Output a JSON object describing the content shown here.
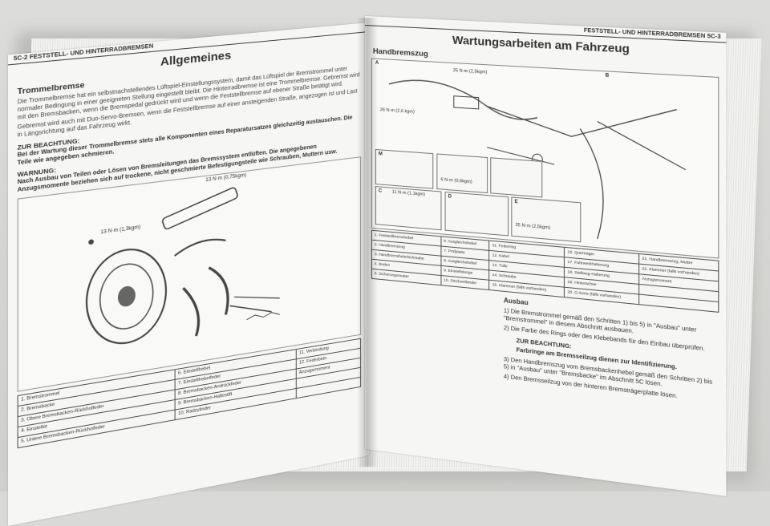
{
  "left_page": {
    "running_head": "5C-2 FESTSTELL- UND HINTERRADBREMSEN",
    "title": "Allgemeines",
    "section": "Trommelbremse",
    "intro": "Die Trommelbremse hat ein selbstnachstellendes Lüftspiel-Einstellungssystem, damit das Lüftspiel der Bremstrommel unter normaler Bedingung in einer geeigneten Stellung eingestellt bleibt. Die Hinterradbremse ist eine Trommelbremse. Gebremst wird mit den Bremsbacken, wenn die Bremspedal gedrückt wird und wenn die Feststellbremse auf ebener Straße betätigt wird.",
    "intro2": "Gebremst wird auch mit Duo-Servo-Bremsen, wenn die Feststellbremse auf einer ansteigenden Straße, angezogen ist und Last in Längsrichtung auf das Fahrzeug wirkt.",
    "note1_head": "ZUR BEACHTUNG:",
    "note1": "Bei der Wartung dieser Trommelbremse stets alle Komponenten eines Reparatursatzes gleichzeitig austauschen. Die Teile wie angegeben schmieren.",
    "warn_head": "WARNUNG:",
    "warn": "Nach Ausbau von Teilen oder Lösen von Bremsleitungen das Bremssystem entlüften. Die angegebenen Anzugsmomente beziehen sich auf trockene, nicht geschmierte Befestigungsteile wie Schrauben, Muttern usw.",
    "torque1": "13 N·m (0,75kgm)",
    "torque2": "13 N·m (1,3kgm)",
    "legend": [
      [
        "1. Bremstrommel",
        "6. Einstellhebel",
        "11. Verbindung"
      ],
      [
        "2. Bremsbacke",
        "7. Einstellhebelfeder",
        "12. Federbein"
      ],
      [
        "3. Obere Bremsbacken-Rückholfeder",
        "8. Bremsbacken-Andrückfeder",
        "Anzugsmoment"
      ],
      [
        "4. Einsteller",
        "9. Bremsbacken-Haltestift",
        ""
      ],
      [
        "5. Untere Bremsbacken-Rückholfeder",
        "10. Radzylinder",
        ""
      ]
    ]
  },
  "right_page": {
    "running_head": "FESTSTELL- UND HINTERRADBREMSEN 5C-3",
    "title": "Wartungsarbeiten am Fahrzeug",
    "section": "Handbremszug",
    "labels": {
      "a": "A",
      "b": "B",
      "m": "M",
      "c": "C",
      "d": "D",
      "e": "E"
    },
    "torques": [
      "25 N·m (2,5kgm)",
      "26 N·m (2,6 kgm)",
      "11 N·m (1,1kgm)",
      "6 N·m (0,6kgm)",
      "25 N·m (2,5kgm)"
    ],
    "legend": [
      [
        "1. Feststellbremshebel",
        "6. Ausgleichshebel",
        "11. Federring",
        "16. Querträger",
        "21. Handbremszug, Mutter"
      ],
      [
        "2. Handbremszug",
        "7. Prüfplatte",
        "12. Kabel",
        "17. Fahrwerkhalterung",
        "22. Klammer (falls vorhanden)"
      ],
      [
        "3. Handbremshebelschraube",
        "8. Ausgleichshebel",
        "13. Tülle",
        "18. Stellweg-Halterung",
        "Anzugsmoment"
      ],
      [
        "4. Boden",
        "9. Einstellstange",
        "14. Schraube",
        "19. Hinterachse",
        ""
      ],
      [
        "5. Sicherungsmutter",
        "10. Steckverbinder",
        "15. Klammer (falls vorhanden)",
        "20. G-Serie (falls vorhanden)",
        ""
      ]
    ],
    "ausbau": "Ausbau",
    "step1": "1) Die Bremstrommel gemäß den Schritten 1) bis 5) in \"Ausbau\" unter \"Bremstrommel\" in diesem Abschnitt ausbauen.",
    "step2": "2) Die Farbe des Rings oder des Klebebands für den Einbau überprüfen.",
    "beachtung_head": "ZUR BEACHTUNG:",
    "beachtung": "Farbringe am Bremsseilzug dienen zur Identifizierung.",
    "step3": "3) Den Handbremszug vom Bremsbackenhebel gemäß den Schritten 2) bis 5) in \"Ausbau\" unter \"Bremsbacke\" im Abschnitt 5C lösen.",
    "step4": "4) Den Bremsseilzug von der hinteren Bremsträgerplatte lösen."
  },
  "colors": {
    "paper": "#f6f6f4",
    "ink": "#333333",
    "surface": "#d9d9d7"
  }
}
